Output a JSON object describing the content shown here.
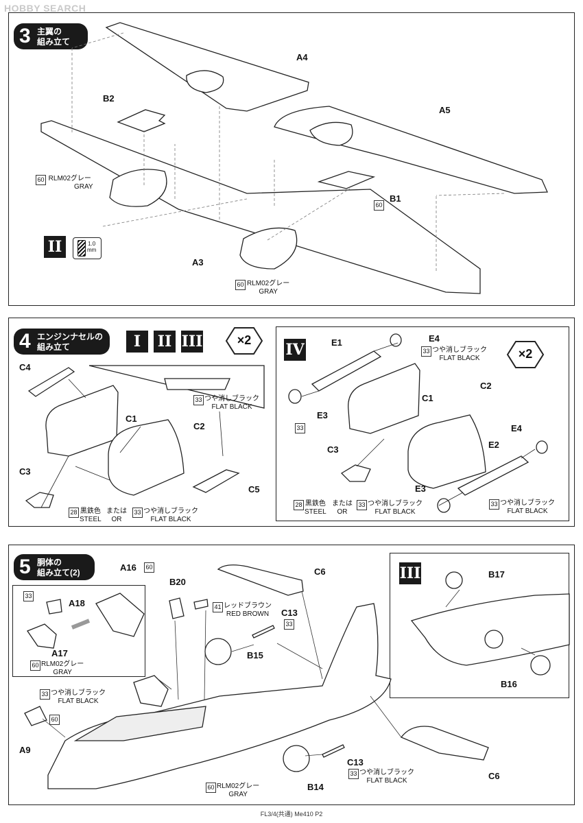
{
  "watermark": "HOBBY SEARCH",
  "footer": "FL3/4(共通) Me410 P2",
  "step3": {
    "number": "3",
    "title_line1": "主翼の",
    "title_line2": "組み立て",
    "roman": "II",
    "drill_size": "1.0",
    "drill_unit": "mm",
    "parts": [
      "A4",
      "B2",
      "A5",
      "B1",
      "A3"
    ],
    "colors": [
      {
        "code": "60",
        "jp": "RLM02グレー",
        "en": "GRAY"
      },
      {
        "code": "60",
        "jp": "RLM02グレー",
        "en": "GRAY"
      },
      {
        "code": "60"
      }
    ]
  },
  "step4": {
    "number": "4",
    "title_line1": "エンジンナセルの",
    "title_line2": "組み立て",
    "romans": [
      "I",
      "II",
      "III"
    ],
    "times": "×2",
    "parts": [
      "C4",
      "C1",
      "C2",
      "C3",
      "C5"
    ],
    "detail_color": {
      "code": "33",
      "jp": "つや消しブラック",
      "en": "FLAT BLACK"
    },
    "c3_color": {
      "code1": "28",
      "jp1": "黒鉄色",
      "en1": "STEEL",
      "or_jp": "または",
      "or_en": "OR",
      "code2": "33",
      "jp2": "つや消しブラック",
      "en2": "FLAT BLACK"
    },
    "sub": {
      "roman": "IV",
      "times": "×2",
      "parts": [
        "E1",
        "E4",
        "C1",
        "C2",
        "E3",
        "C3",
        "E2",
        "E4",
        "E3"
      ],
      "e4_color": {
        "code": "33",
        "jp": "つや消しブラック",
        "en": "FLAT BLACK"
      },
      "e3_color": {
        "code": "33"
      },
      "c3_color": {
        "code1": "28",
        "jp1": "黒鉄色",
        "en1": "STEEL",
        "or_jp": "または",
        "or_en": "OR",
        "code2": "33",
        "jp2": "つや消しブラック",
        "en2": "FLAT BLACK"
      },
      "e2_color": {
        "code": "33",
        "jp": "つや消しブラック",
        "en": "FLAT BLACK"
      }
    }
  },
  "step5": {
    "number": "5",
    "title_line1": "胴体の",
    "title_line2": "組み立て(2)",
    "parts": [
      "A16",
      "B20",
      "C6",
      "A18",
      "C13",
      "A17",
      "B15",
      "A9",
      "C13",
      "B14",
      "C6"
    ],
    "a16_code": "60",
    "a18_code": "33",
    "b20_color": {
      "code": "41",
      "jp": "レッドブラウン",
      "en": "RED BROWN"
    },
    "c13_code": "33",
    "a17_color": {
      "code": "60",
      "jp": "RLM02グレー",
      "en": "GRAY"
    },
    "a9_color": {
      "code": "33",
      "jp": "つや消しブラック",
      "en": "FLAT BLACK"
    },
    "a9_code2": "60",
    "cockpit_color": {
      "code": "60",
      "jp": "RLM02グレー",
      "en": "GRAY"
    },
    "c13b_color": {
      "code": "33",
      "jp": "つや消しブラック",
      "en": "FLAT BLACK"
    },
    "sub": {
      "roman": "III",
      "parts": [
        "B17",
        "B16"
      ]
    }
  }
}
